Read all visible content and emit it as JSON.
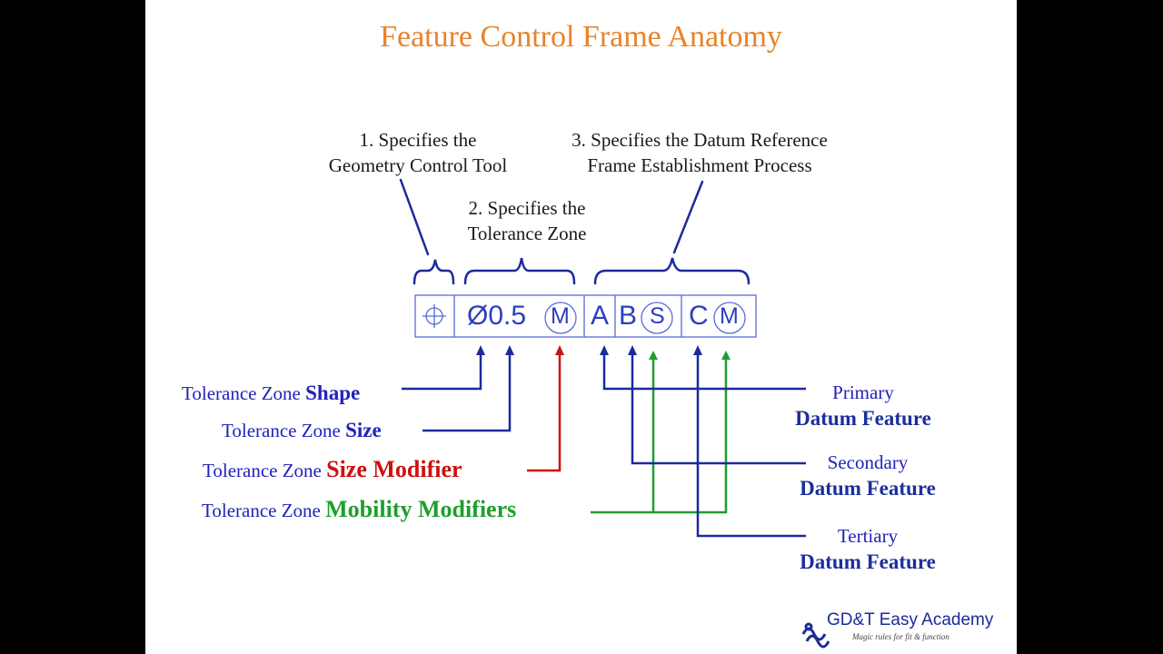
{
  "title": "Feature Control Frame Anatomy",
  "callouts": {
    "c1": [
      "1. Specifies the",
      "Geometry Control Tool"
    ],
    "c2": [
      "2. Specifies the",
      "Tolerance Zone"
    ],
    "c3": [
      "3. Specifies the Datum Reference",
      "Frame Establishment Process"
    ]
  },
  "fcf": {
    "symbol": "position-symbol",
    "tolerance": "Ø0.5",
    "tol_modifier": "M",
    "datum_a": "A",
    "datum_b": "B",
    "datum_b_modifier": "S",
    "datum_c": "C",
    "datum_c_modifier": "M"
  },
  "left_labels": {
    "shape": {
      "prefix": "Tolerance Zone ",
      "bold": "Shape"
    },
    "size": {
      "prefix": "Tolerance Zone ",
      "bold": "Size"
    },
    "size_modifier": {
      "prefix": "Tolerance Zone ",
      "bold": "Size Modifier"
    },
    "mobility": {
      "prefix": "Tolerance Zone ",
      "bold": "Mobility Modifiers"
    }
  },
  "right_labels": {
    "primary": {
      "top": "Primary",
      "bold": "Datum Feature"
    },
    "secondary": {
      "top": "Secondary",
      "bold": "Datum Feature"
    },
    "tertiary": {
      "top": "Tertiary",
      "bold": "Datum Feature"
    }
  },
  "logo": {
    "name": "GD&T Easy Academy",
    "tagline": "Magic rules for fit & function"
  },
  "colors": {
    "title": "#e8832a",
    "leaders": "#1c2a9c",
    "size_modifier": "#cc1111",
    "mobility": "#1f9e2e",
    "frame": "#5a6ad8"
  }
}
